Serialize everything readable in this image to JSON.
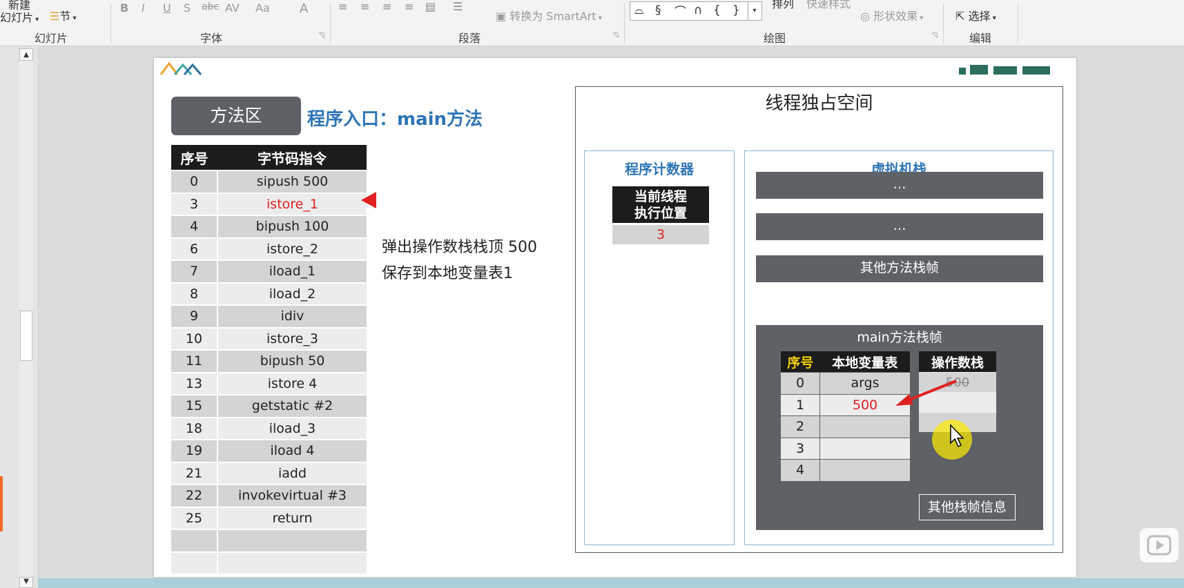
{
  "ribbon": {
    "new_slide_line1": "新建",
    "new_slide_line2": "幻灯片",
    "section_btn": "节",
    "group_slides": "幻灯片",
    "group_font": "字体",
    "group_paragraph": "段落",
    "group_drawing": "绘图",
    "group_edit": "编辑",
    "convert_smartart": "转换为 SmartArt",
    "arrange": "排列",
    "quick_styles": "快速样式",
    "shape_effects": "形状效果",
    "select": "选择",
    "font_buttons": [
      "B",
      "I",
      "U",
      "S",
      "abc",
      "AV",
      "Aa",
      "A"
    ]
  },
  "slide": {
    "method_area": "方法区",
    "entry_title": "程序入口：main方法",
    "table_headers": [
      "序号",
      "字节码指令"
    ],
    "instructions": [
      {
        "idx": "0",
        "op": "sipush 500"
      },
      {
        "idx": "3",
        "op": "istore_1"
      },
      {
        "idx": "4",
        "op": "bipush 100"
      },
      {
        "idx": "6",
        "op": "istore_2"
      },
      {
        "idx": "7",
        "op": "iload_1"
      },
      {
        "idx": "8",
        "op": "iload_2"
      },
      {
        "idx": "9",
        "op": "idiv"
      },
      {
        "idx": "10",
        "op": "istore_3"
      },
      {
        "idx": "11",
        "op": "bipush 50"
      },
      {
        "idx": "13",
        "op": "istore 4"
      },
      {
        "idx": "15",
        "op": "getstatic #2"
      },
      {
        "idx": "18",
        "op": "iload_3"
      },
      {
        "idx": "19",
        "op": "iload 4"
      },
      {
        "idx": "21",
        "op": "iadd"
      },
      {
        "idx": "22",
        "op": "invokevirtual #3"
      },
      {
        "idx": "25",
        "op": "return"
      },
      {
        "idx": "",
        "op": ""
      },
      {
        "idx": "",
        "op": ""
      }
    ],
    "desc_line1": "弹出操作数栈栈顶 500",
    "desc_line2": "保存到本地变量表1",
    "thread_title": "线程独占空间",
    "pc_title": "程序计数器",
    "pc_header_line1": "当前线程",
    "pc_header_line2": "执行位置",
    "pc_value": "3",
    "vm_title": "虚拟机栈",
    "frame1": "…",
    "frame2": "…",
    "frame3": "其他方法栈帧",
    "main_frame_title": "main方法栈帧",
    "lv_headers": [
      "序号",
      "本地变量表"
    ],
    "lv_rows": [
      {
        "idx": "0",
        "val": "args"
      },
      {
        "idx": "1",
        "val": "500"
      },
      {
        "idx": "2",
        "val": ""
      },
      {
        "idx": "3",
        "val": ""
      },
      {
        "idx": "4",
        "val": ""
      }
    ],
    "os_header": "操作数栈",
    "os_rows": [
      "500",
      "",
      ""
    ],
    "other_info": "其他栈帧信息",
    "colors": {
      "accent": "#2e75b6",
      "highlight": "#e02020",
      "frame_bg": "#5e6166"
    }
  }
}
